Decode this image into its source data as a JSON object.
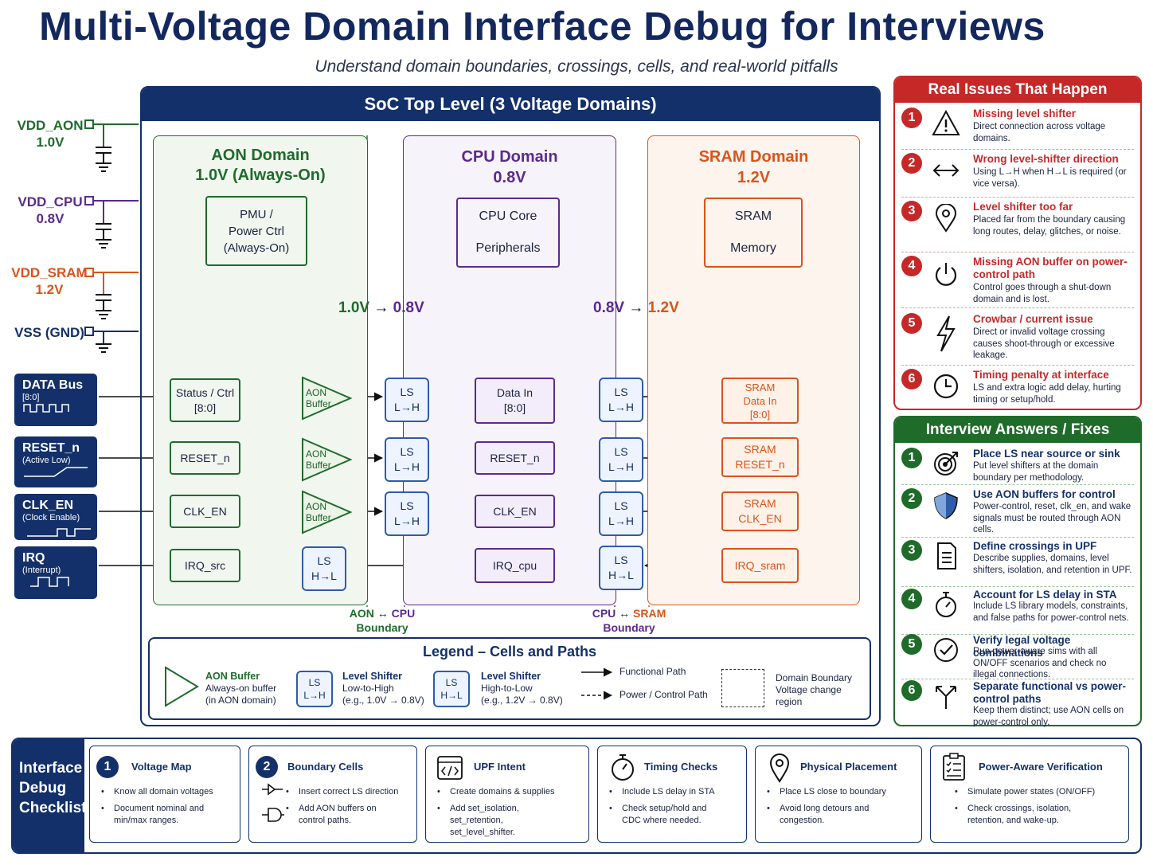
{
  "title": "Multi-Voltage Domain Interface Debug for Interviews",
  "subtitle": "Understand domain boundaries, crossings, cells, and real-world pitfalls",
  "colors": {
    "navy": "#13306a",
    "aon": "#1f6b2c",
    "cpu": "#5a2a8c",
    "sram": "#d9541a",
    "red": "#c62828",
    "green": "#1e6b2a"
  },
  "supplies": [
    {
      "name": "VDD_AON",
      "value": "1.0V",
      "color": "#1f6b2c"
    },
    {
      "name": "VDD_CPU",
      "value": "0.8V",
      "color": "#5a2a8c"
    },
    {
      "name": "VDD_SRAM",
      "value": "1.2V",
      "color": "#d9541a"
    },
    {
      "name": "VSS (GND)",
      "value": "",
      "color": "#13306a"
    }
  ],
  "ports": [
    {
      "name": "DATA Bus",
      "sub": "[8:0]"
    },
    {
      "name": "RESET_n",
      "sub": "(Active Low)"
    },
    {
      "name": "CLK_EN",
      "sub": "(Clock Enable)"
    },
    {
      "name": "IRQ",
      "sub": "(Interrupt)"
    }
  ],
  "soc": {
    "title": "SoC Top Level (3 Voltage Domains)",
    "aon": {
      "name": "AON Domain",
      "voltage": "1.0V (Always-On)",
      "block": [
        "PMU /",
        "Power Ctrl",
        "(Always-On)"
      ]
    },
    "cpu": {
      "name": "CPU Domain",
      "voltage": "0.8V",
      "block": [
        "CPU Core",
        "Peripherals"
      ]
    },
    "sram": {
      "name": "SRAM Domain",
      "voltage": "1.2V",
      "block": [
        "SRAM",
        "Memory"
      ]
    },
    "cross1": {
      "from": "1.0V",
      "arrow": "→",
      "to": "0.8V"
    },
    "cross2": {
      "from": "0.8V",
      "arrow": "→",
      "to": "1.2V"
    },
    "rows": [
      {
        "aon": [
          "Status / Ctrl",
          "[8:0]"
        ],
        "buffer": [
          "AON",
          "Buffer"
        ],
        "ls1": [
          "LS",
          "L→H"
        ],
        "cpu": [
          "Data In",
          "[8:0]"
        ],
        "ls2": [
          "LS",
          "L→H"
        ],
        "sram": [
          "SRAM",
          "Data In",
          "[8:0]"
        ]
      },
      {
        "aon": [
          "RESET_n"
        ],
        "buffer": [
          "AON",
          "Buffer"
        ],
        "ls1": [
          "LS",
          "L→H"
        ],
        "cpu": [
          "RESET_n"
        ],
        "ls2": [
          "LS",
          "L→H"
        ],
        "sram": [
          "SRAM",
          "RESET_n"
        ]
      },
      {
        "aon": [
          "CLK_EN"
        ],
        "buffer": [
          "AON",
          "Buffer"
        ],
        "ls1": [
          "LS",
          "L→H"
        ],
        "cpu": [
          "CLK_EN"
        ],
        "ls2": [
          "LS",
          "L→H"
        ],
        "sram": [
          "SRAM",
          "CLK_EN"
        ]
      },
      {
        "aon": [
          "IRQ_src"
        ],
        "ls1": [
          "LS",
          "H→L"
        ],
        "cpu": [
          "IRQ_cpu"
        ],
        "ls2": [
          "LS",
          "H→L"
        ],
        "sram": [
          "IRQ_sram"
        ]
      }
    ],
    "boundary1": {
      "a": "AON",
      "arrow": "↔",
      "b": "CPU",
      "label": "Boundary"
    },
    "boundary2": {
      "a": "CPU",
      "arrow": "↔",
      "b": "SRAM",
      "label": "Boundary"
    }
  },
  "legend": {
    "title": "Legend – Cells and Paths",
    "aon_buffer": {
      "name": "AON Buffer",
      "l1": "Always-on buffer",
      "l2": "(in AON domain)"
    },
    "ls_lh": {
      "cell": [
        "LS",
        "L→H"
      ],
      "name": "Level Shifter",
      "l1": "Low-to-High",
      "l2": "(e.g., 1.0V → 0.8V)"
    },
    "ls_hl": {
      "cell": [
        "LS",
        "H→L"
      ],
      "name": "Level Shifter",
      "l1": "High-to-Low",
      "l2": "(e.g., 1.2V → 0.8V)"
    },
    "functional": "Functional Path",
    "power": "Power / Control Path",
    "boundary": [
      "Domain Boundary",
      "Voltage change",
      "region"
    ]
  },
  "issues": {
    "title": "Real Issues That Happen",
    "items": [
      {
        "n": "1",
        "icon": "warning-icon",
        "h": "Missing level shifter",
        "d": "Direct connection across voltage domains."
      },
      {
        "n": "2",
        "icon": "double-arrow-icon",
        "h": "Wrong level-shifter direction",
        "d": "Using L→H when H→L is required (or vice versa)."
      },
      {
        "n": "3",
        "icon": "location-pin-icon",
        "h": "Level shifter too far",
        "d": "Placed far from the boundary causing long routes, delay, glitches, or noise."
      },
      {
        "n": "4",
        "icon": "power-icon",
        "h": "Missing AON buffer on power-control path",
        "d": "Control goes through a shut-down domain and is lost."
      },
      {
        "n": "5",
        "icon": "lightning-icon",
        "h": "Crowbar / current issue",
        "d": "Direct or invalid voltage crossing causes shoot-through or excessive leakage."
      },
      {
        "n": "6",
        "icon": "clock-icon",
        "h": "Timing penalty at interface",
        "d": "LS and extra logic add delay, hurting timing or setup/hold."
      }
    ]
  },
  "answers": {
    "title": "Interview Answers / Fixes",
    "items": [
      {
        "n": "1",
        "icon": "target-icon",
        "h": "Place LS near source or sink",
        "d": "Put level shifters at the domain boundary per methodology."
      },
      {
        "n": "2",
        "icon": "shield-icon",
        "h": "Use AON buffers for control",
        "d": "Power-control, reset, clk_en, and wake signals must be routed through AON cells."
      },
      {
        "n": "3",
        "icon": "document-icon",
        "h": "Define crossings in UPF",
        "d": "Describe supplies, domains, level shifters, isolation, and retention in UPF."
      },
      {
        "n": "4",
        "icon": "stopwatch-icon",
        "h": "Account for LS delay in STA",
        "d": "Include LS library models, constraints, and false paths for power-control nets."
      },
      {
        "n": "5",
        "icon": "check-circle-icon",
        "h": "Verify legal voltage combinations",
        "d": "Run power-aware sims with all ON/OFF scenarios and check no illegal connections."
      },
      {
        "n": "6",
        "icon": "split-arrow-icon",
        "h": "Separate functional vs power-control paths",
        "d": "Keep them distinct; use AON cells on power-control only."
      }
    ]
  },
  "checklist": {
    "title": [
      "Interface",
      "Debug",
      "Checklist"
    ],
    "cards": [
      {
        "badge": "1",
        "icon": "",
        "title": "Voltage Map",
        "bullets": [
          "Know all domain voltages",
          "Document nominal and min/max ranges."
        ]
      },
      {
        "badge": "2",
        "icon": "gate-icon",
        "title": "Boundary Cells",
        "bullets": [
          "Insert correct LS direction",
          "Add AON buffers on control paths."
        ]
      },
      {
        "badge": "",
        "icon": "code-icon",
        "title": "UPF Intent",
        "bullets": [
          "Create domains & supplies",
          "Add set_isolation, set_retention, set_level_shifter."
        ]
      },
      {
        "badge": "",
        "icon": "stopwatch-icon",
        "title": "Timing Checks",
        "bullets": [
          "Include LS delay in STA",
          "Check setup/hold and CDC where needed."
        ]
      },
      {
        "badge": "",
        "icon": "location-pin-icon",
        "title": "Physical Placement",
        "bullets": [
          "Place LS close to boundary",
          "Avoid long detours and congestion."
        ]
      },
      {
        "badge": "",
        "icon": "checklist-icon",
        "title": "Power-Aware Verification",
        "bullets": [
          "Simulate power states (ON/OFF)",
          "Check crossings, isolation, retention, and wake-up."
        ]
      }
    ]
  }
}
